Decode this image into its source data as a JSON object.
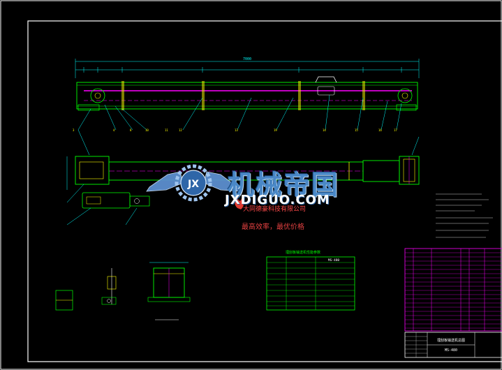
{
  "watermark": {
    "brand": "机械帝国",
    "url": "JXDIGUO.COM",
    "company": "大同德豪科技有限公司",
    "slogan": "最高效率，最优价格"
  },
  "drawing": {
    "top_dimension": "7000",
    "param_table_title": "埋刮板输送机性能参数",
    "param_table_header_value": "MS-480",
    "title_block_name": "埋刮板输送机总图",
    "title_block_code": "MS-480"
  },
  "colors": {
    "background": "#000000",
    "frame": "#ffffff",
    "outline": "#00ff00",
    "dimension": "#00ffff",
    "centerline": "#ff00ff",
    "hatch": "#ffff00",
    "logo_blue": "#4a88c7",
    "logo_red": "#e04040"
  }
}
